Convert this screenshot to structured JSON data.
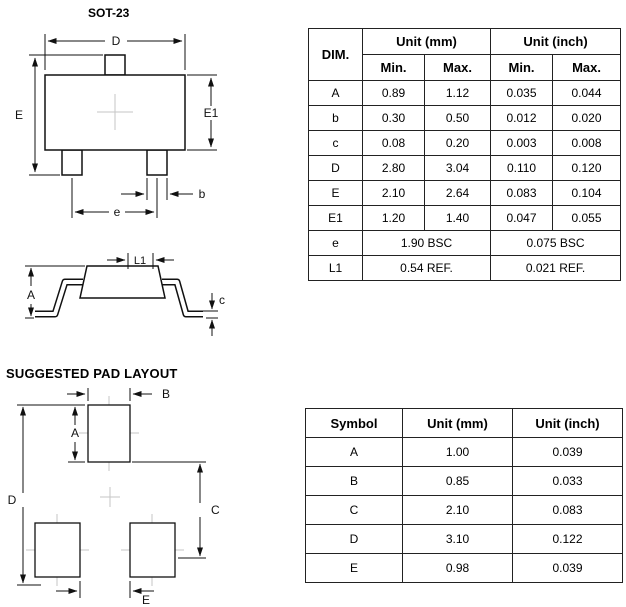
{
  "titles": {
    "package": "SOT-23",
    "pad_layout": "SUGGESTED PAD LAYOUT"
  },
  "top_view_labels": {
    "D": "D",
    "E": "E",
    "E1": "E1",
    "b": "b",
    "e": "e"
  },
  "side_view_labels": {
    "A": "A",
    "L1": "L1",
    "c": "c"
  },
  "pad_labels": {
    "A": "A",
    "B": "B",
    "C": "C",
    "D": "D",
    "E": "E"
  },
  "dim_table": {
    "col_dim": "DIM.",
    "col_mm": "Unit (mm)",
    "col_inch": "Unit (inch)",
    "col_min": "Min.",
    "col_max": "Max.",
    "rows": [
      {
        "dim": "A",
        "mm_min": "0.89",
        "mm_max": "1.12",
        "in_min": "0.035",
        "in_max": "0.044"
      },
      {
        "dim": "b",
        "mm_min": "0.30",
        "mm_max": "0.50",
        "in_min": "0.012",
        "in_max": "0.020"
      },
      {
        "dim": "c",
        "mm_min": "0.08",
        "mm_max": "0.20",
        "in_min": "0.003",
        "in_max": "0.008"
      },
      {
        "dim": "D",
        "mm_min": "2.80",
        "mm_max": "3.04",
        "in_min": "0.110",
        "in_max": "0.120"
      },
      {
        "dim": "E",
        "mm_min": "2.10",
        "mm_max": "2.64",
        "in_min": "0.083",
        "in_max": "0.104"
      },
      {
        "dim": "E1",
        "mm_min": "1.20",
        "mm_max": "1.40",
        "in_min": "0.047",
        "in_max": "0.055"
      },
      {
        "dim": "e",
        "mm_span": "1.90 BSC",
        "in_span": "0.075 BSC"
      },
      {
        "dim": "L1",
        "mm_span": "0.54 REF.",
        "in_span": "0.021 REF."
      }
    ]
  },
  "pad_table": {
    "col_symbol": "Symbol",
    "col_mm": "Unit (mm)",
    "col_inch": "Unit (inch)",
    "rows": [
      {
        "symbol": "A",
        "mm": "1.00",
        "inch": "0.039"
      },
      {
        "symbol": "B",
        "mm": "0.85",
        "inch": "0.033"
      },
      {
        "symbol": "C",
        "mm": "2.10",
        "inch": "0.083"
      },
      {
        "symbol": "D",
        "mm": "3.10",
        "inch": "0.122"
      },
      {
        "symbol": "E",
        "mm": "0.98",
        "inch": "0.039"
      }
    ]
  }
}
